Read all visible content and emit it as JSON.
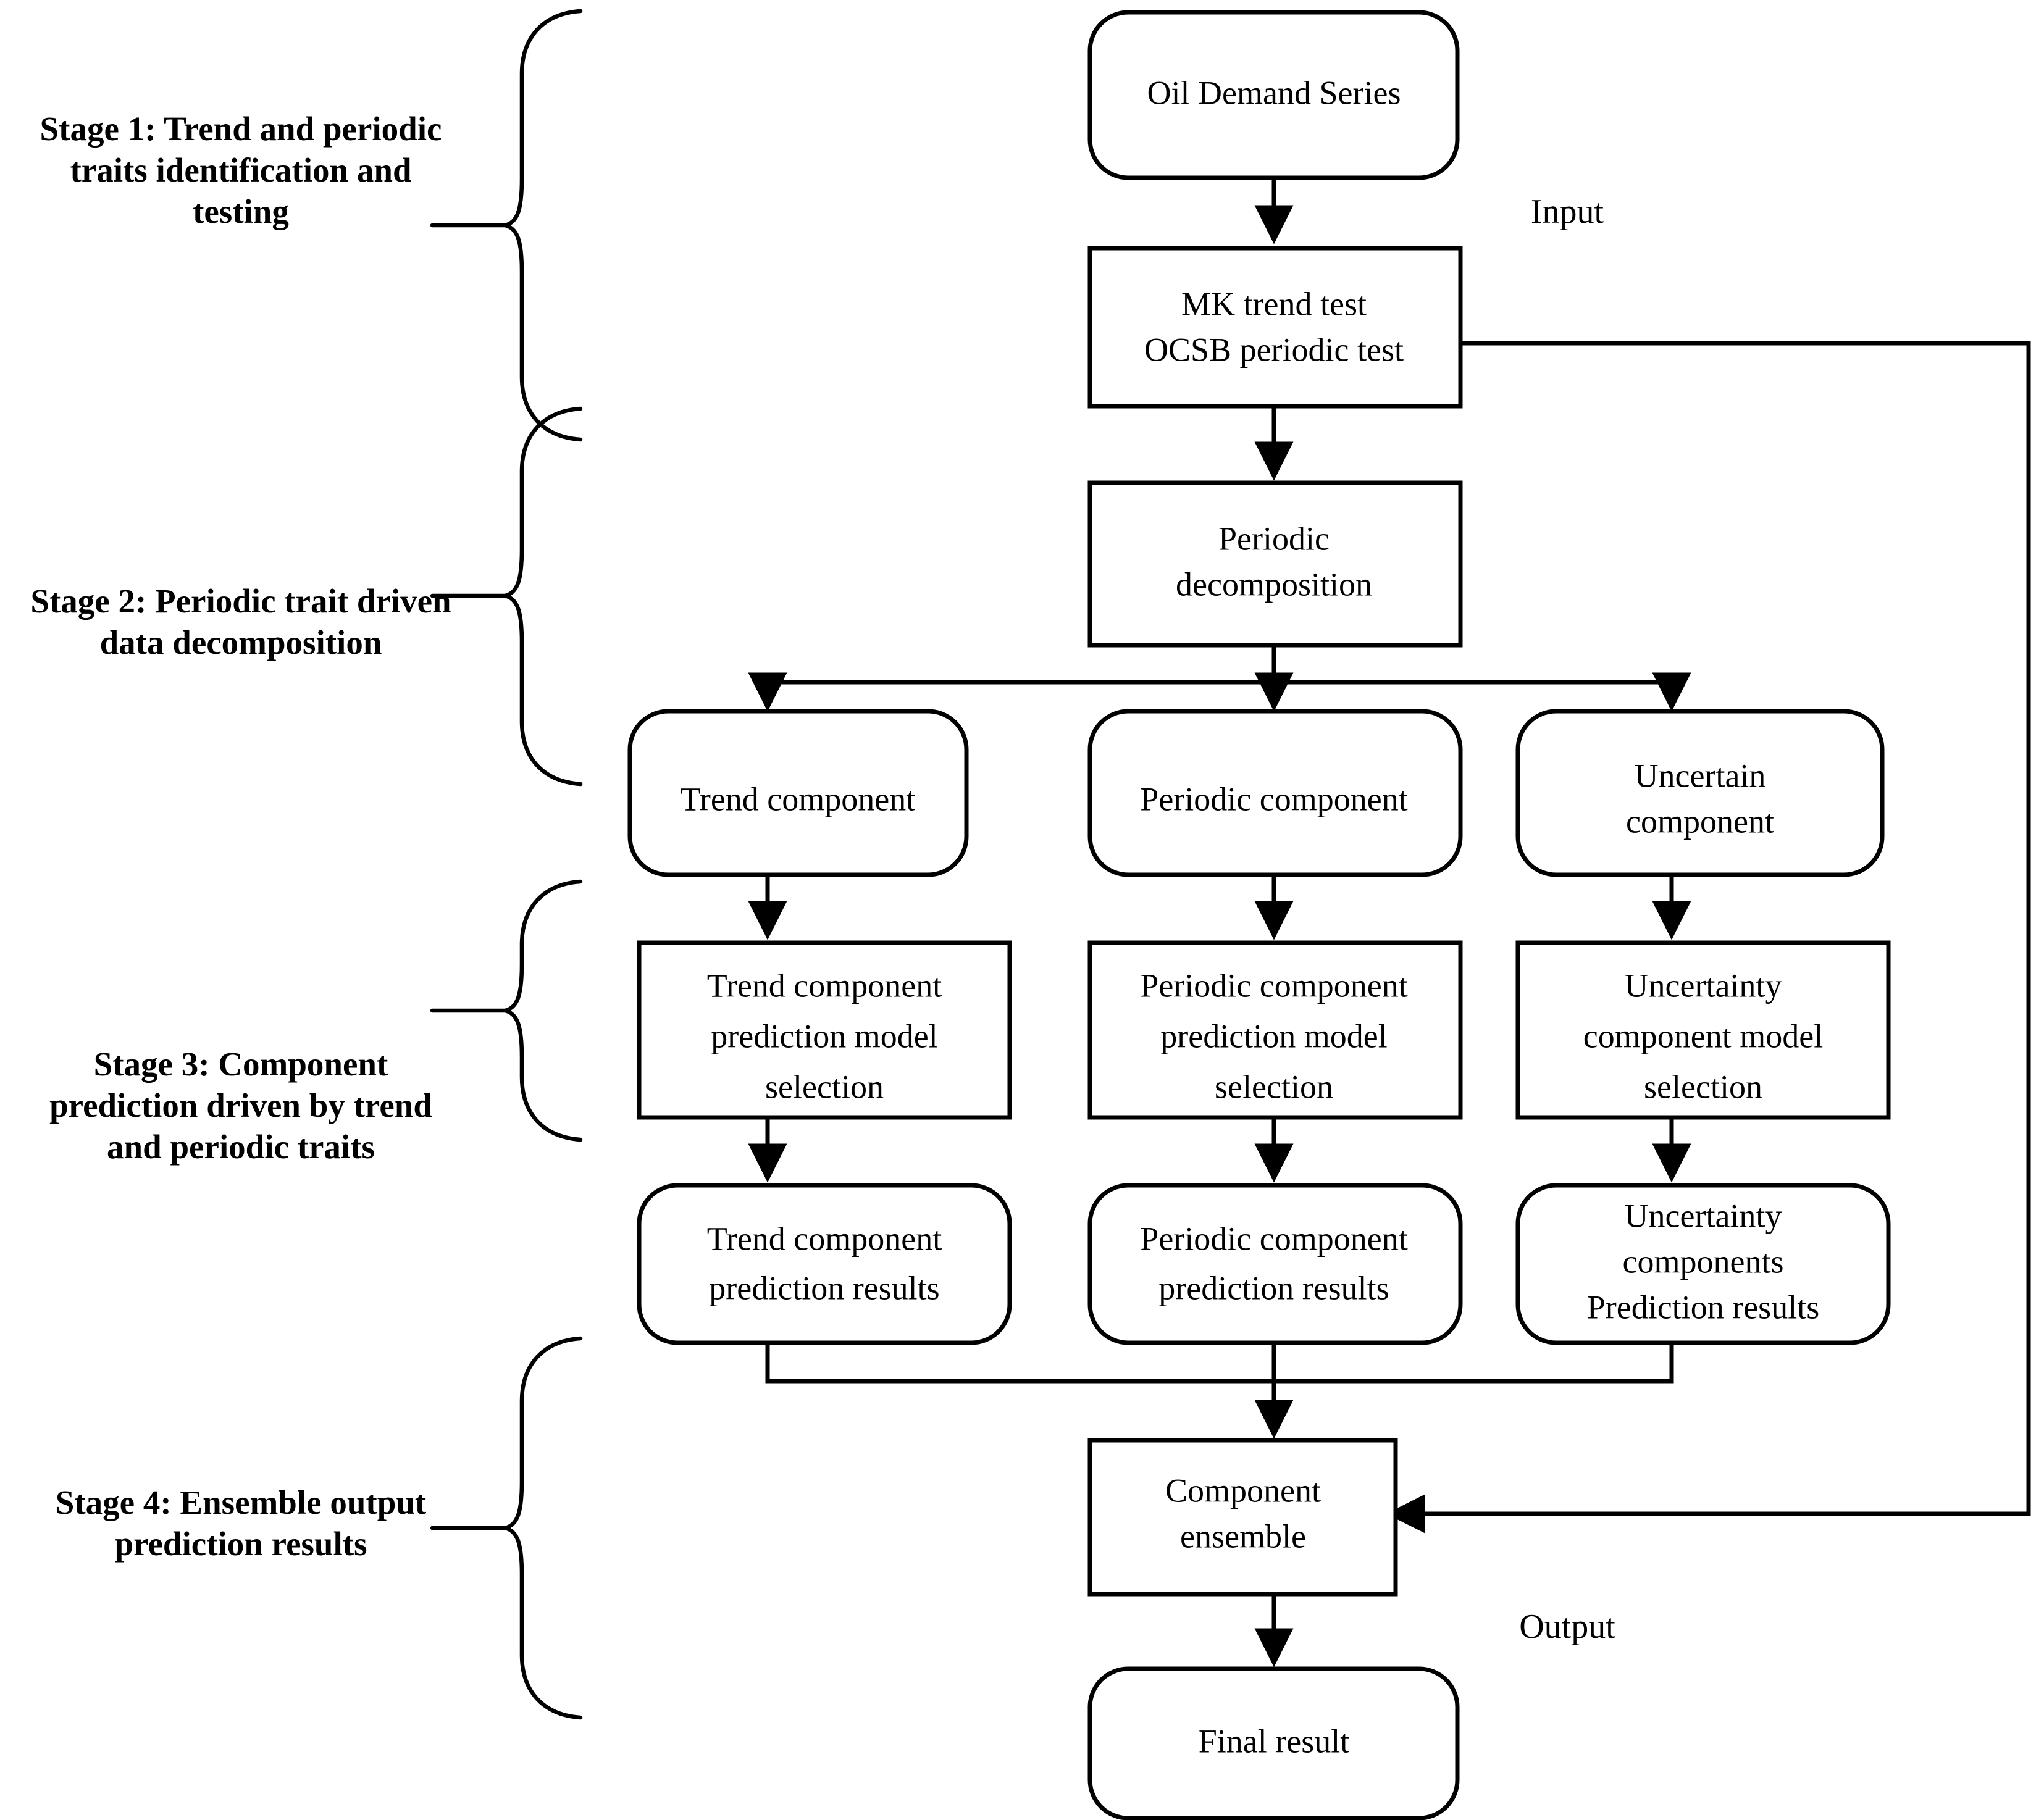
{
  "diagram": {
    "title": "Oil demand forecasting four-stage framework",
    "colors": {
      "stroke": "#000000",
      "fill": "#ffffff",
      "text": "#000000"
    },
    "stages": [
      {
        "id": "stage-1",
        "label": "Stage 1: Trend and periodic traits identification and testing"
      },
      {
        "id": "stage-2",
        "label": "Stage 2: Periodic trait driven data decomposition"
      },
      {
        "id": "stage-3",
        "label": "Stage 3: Component prediction driven by trend and periodic traits"
      },
      {
        "id": "stage-4",
        "label": "Stage 4: Ensemble output prediction results"
      }
    ],
    "nodes": {
      "oil_demand_series": {
        "shape": "rounded",
        "lines": [
          "Oil Demand Series"
        ]
      },
      "mk_ocsb_test": {
        "shape": "rect",
        "lines": [
          "MK trend test",
          "OCSB periodic test"
        ]
      },
      "periodic_decomposition": {
        "shape": "rect",
        "lines": [
          "Periodic",
          "decomposition"
        ]
      },
      "trend_component": {
        "shape": "rounded",
        "lines": [
          "Trend component"
        ]
      },
      "periodic_component": {
        "shape": "rounded",
        "lines": [
          "Periodic component"
        ]
      },
      "uncertain_component": {
        "shape": "rounded",
        "lines": [
          "Uncertain",
          "component"
        ]
      },
      "trend_model_selection": {
        "shape": "rect",
        "lines": [
          "Trend component",
          "prediction model",
          "selection"
        ]
      },
      "periodic_model_selection": {
        "shape": "rect",
        "lines": [
          "Periodic component",
          "prediction model",
          "selection"
        ]
      },
      "uncertainty_model_selection": {
        "shape": "rect",
        "lines": [
          "Uncertainty",
          "component  model",
          "selection"
        ]
      },
      "trend_prediction_results": {
        "shape": "rounded",
        "lines": [
          "Trend component",
          "prediction results"
        ]
      },
      "periodic_prediction_results": {
        "shape": "rounded",
        "lines": [
          "Periodic component",
          "prediction results"
        ]
      },
      "uncertainty_prediction_results": {
        "shape": "rounded",
        "lines": [
          "Uncertainty",
          "components",
          "Prediction results"
        ]
      },
      "component_ensemble": {
        "shape": "rect",
        "lines": [
          "Component",
          "ensemble"
        ]
      },
      "final_result": {
        "shape": "rounded",
        "lines": [
          "Final result"
        ]
      }
    },
    "annotations": {
      "input_label": "Input",
      "output_label": "Output"
    }
  }
}
